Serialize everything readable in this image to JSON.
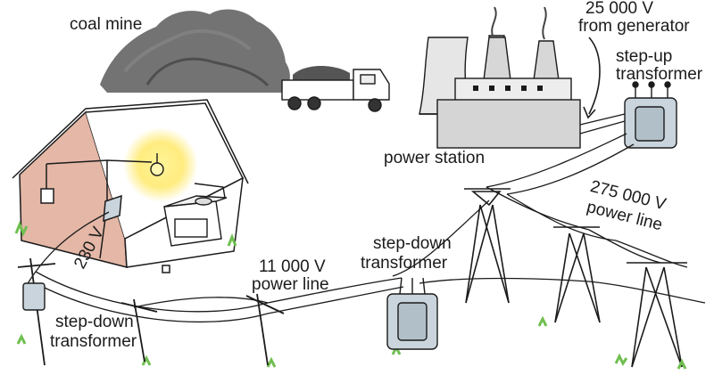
{
  "labels": {
    "coal_mine": "coal mine",
    "generator_voltage": "25 000 V",
    "generator_from": "from generator",
    "step_up_1": "step-up",
    "step_up_2": "transformer",
    "power_station": "power station",
    "hv_voltage": "275 000 V",
    "hv_line": "power line",
    "mv_voltage": "11 000 V",
    "mv_line": "power line",
    "step_down_mid_1": "step-down",
    "step_down_mid_2": "transformer",
    "house_voltage": "230 V",
    "step_down_pole_1": "step-down",
    "step_down_pole_2": "transformer"
  },
  "colors": {
    "coal": "#5a5a5a",
    "house_wall": "#e4b7a6",
    "bulb_glow": "#ffe96a",
    "grass": "#6fbf4f",
    "transformer": "#c9d4dc",
    "ink": "#1b1b1b"
  },
  "icons": [
    "coal-pile-icon",
    "truck-icon",
    "power-station-icon",
    "step-up-transformer-icon",
    "pylon-icon",
    "house-icon",
    "light-bulb-icon",
    "stove-icon",
    "step-down-transformer-icon",
    "pole-icon"
  ]
}
